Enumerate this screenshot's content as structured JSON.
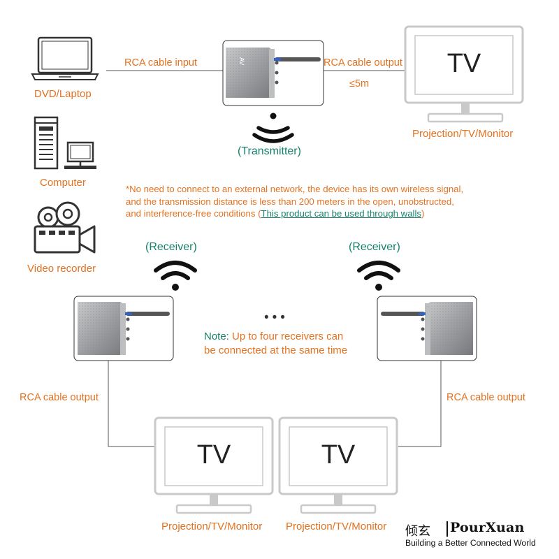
{
  "sources": {
    "laptop": "DVD/Laptop",
    "computer": "Computer",
    "video": "Video recorder"
  },
  "top_link": {
    "input_label": "RCA cable input",
    "output_label": "RCA cable output",
    "distance": "≤5m"
  },
  "transmitter": {
    "device_text": "AV",
    "label": "(Transmitter)"
  },
  "top_tv": {
    "screen_text": "TV",
    "caption": "Projection/TV/Monitor"
  },
  "note": {
    "line1": "*No need to connect to an external network, the device has its own wireless signal,",
    "line2": "and the transmission distance is less than 200 meters in the open, unobstructed,",
    "line3_a": "and interference-free conditions (",
    "line3_b": "This product can be used through walls",
    "line3_c": ")"
  },
  "receivers": {
    "left_label": "(Receiver)",
    "right_label": "(Receiver)",
    "ellipsis": "•••",
    "note_prefix": "Note: ",
    "note_a": "Up to four receivers can",
    "note_b": "be connected at the same time",
    "left_output": "RCA cable output",
    "right_output": "RCA cable output"
  },
  "bottom_tvs": [
    {
      "screen_text": "TV",
      "caption": "Projection/TV/Monitor"
    },
    {
      "screen_text": "TV",
      "caption": "Projection/TV/Monitor"
    }
  ],
  "brand": {
    "cn": "倾玄",
    "en": "PourXuan",
    "tagline": "Building a Better Connected World"
  },
  "colors": {
    "accent_orange": "#e4711f",
    "accent_teal": "#17826b",
    "device_silver": "#a9aaac"
  }
}
